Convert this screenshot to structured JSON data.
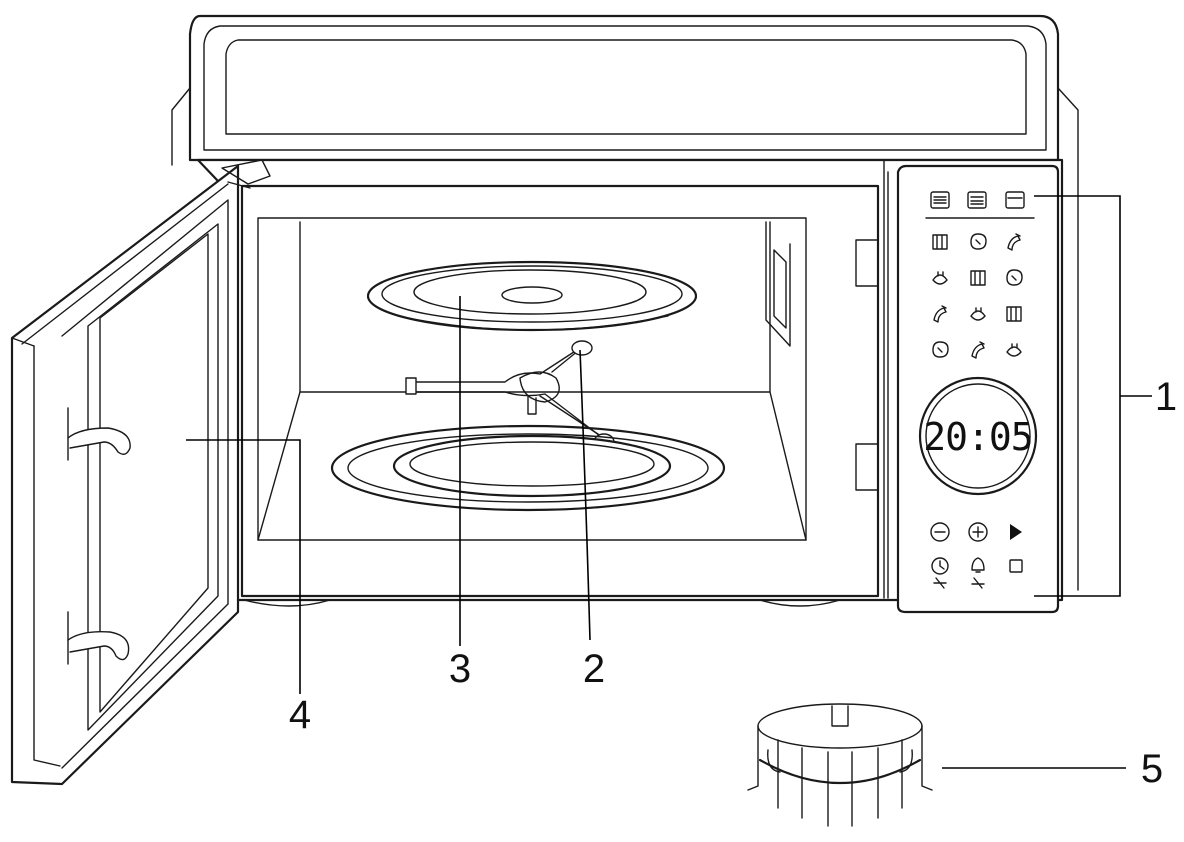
{
  "display": {
    "time": "20:05"
  },
  "callouts": [
    {
      "id": "1",
      "label": "1"
    },
    {
      "id": "2",
      "label": "2"
    },
    {
      "id": "3",
      "label": "3"
    },
    {
      "id": "4",
      "label": "4"
    },
    {
      "id": "5",
      "label": "5"
    }
  ],
  "icons": {
    "panel_top": [
      "grill-icon",
      "combi-icon",
      "oven-icon"
    ],
    "panel_programs": [
      "defrost-icon",
      "vegetable-icon",
      "meat-icon",
      "pizza-icon",
      "potato-icon",
      "fish-icon",
      "poultry-icon",
      "bread-icon",
      "soup-icon",
      "cake-icon",
      "rice-icon",
      "beverage-icon"
    ],
    "panel_controls": [
      "minus-icon",
      "plus-icon",
      "start-icon",
      "clock-icon",
      "bell-icon",
      "stop-icon"
    ]
  }
}
